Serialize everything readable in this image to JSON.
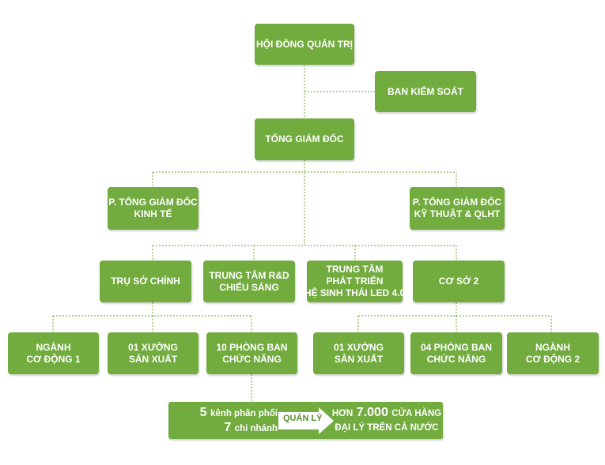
{
  "chart": {
    "board": [
      "HỘI ĐỒNG QUẢN TRỊ"
    ],
    "supervisory": [
      "BAN KIỂM SOÁT"
    ],
    "ceo": [
      "TỔNG GIÁM ĐỐC"
    ],
    "vp_economic": [
      "P. TỔNG GIÁM ĐỐC",
      "KINH TẾ"
    ],
    "vp_technical": [
      "P. TỔNG GIÁM ĐỐC",
      "KỸ THUẬT & QLHT"
    ],
    "headquarters": [
      "TRỤ SỞ CHÍNH"
    ],
    "rd_center": [
      "TRUNG TÂM R&D",
      "CHIẾU SÁNG"
    ],
    "led_center": [
      "TRUNG TÂM",
      "PHÁT TRIỂN",
      "HỆ SINH THÁI LED 4.0"
    ],
    "site2": [
      "CƠ SỞ 2"
    ],
    "mobile1": [
      "NGÀNH",
      "CƠ ĐỘNG 1"
    ],
    "workshop1": [
      "01 XƯỞNG",
      "SẢN XUẤT"
    ],
    "depts10": [
      "10 PHÒNG BAN",
      "CHỨC NĂNG"
    ],
    "workshop2": [
      "01 XƯỞNG",
      "SẢN XUẤT"
    ],
    "depts4": [
      "04 PHÒNG BAN",
      "CHỨC NĂNG"
    ],
    "mobile2": [
      "NGÀNH",
      "CƠ ĐỘNG 2"
    ]
  },
  "footer": {
    "channels_num": "5",
    "channels_text": "kênh phân phối",
    "branches_num": "7",
    "branches_text": "chi nhánh",
    "manage_label": "QUẢN LÝ",
    "stores_prefix": "HƠN",
    "stores_num": "7.000",
    "stores_text": "CỬA HÀNG",
    "stores_line2": "ĐẠI LÝ TRÊN CẢ NƯỚC"
  },
  "colors": {
    "box": "#72ab3e",
    "line": "#82b64c",
    "text": "#ffffff"
  }
}
